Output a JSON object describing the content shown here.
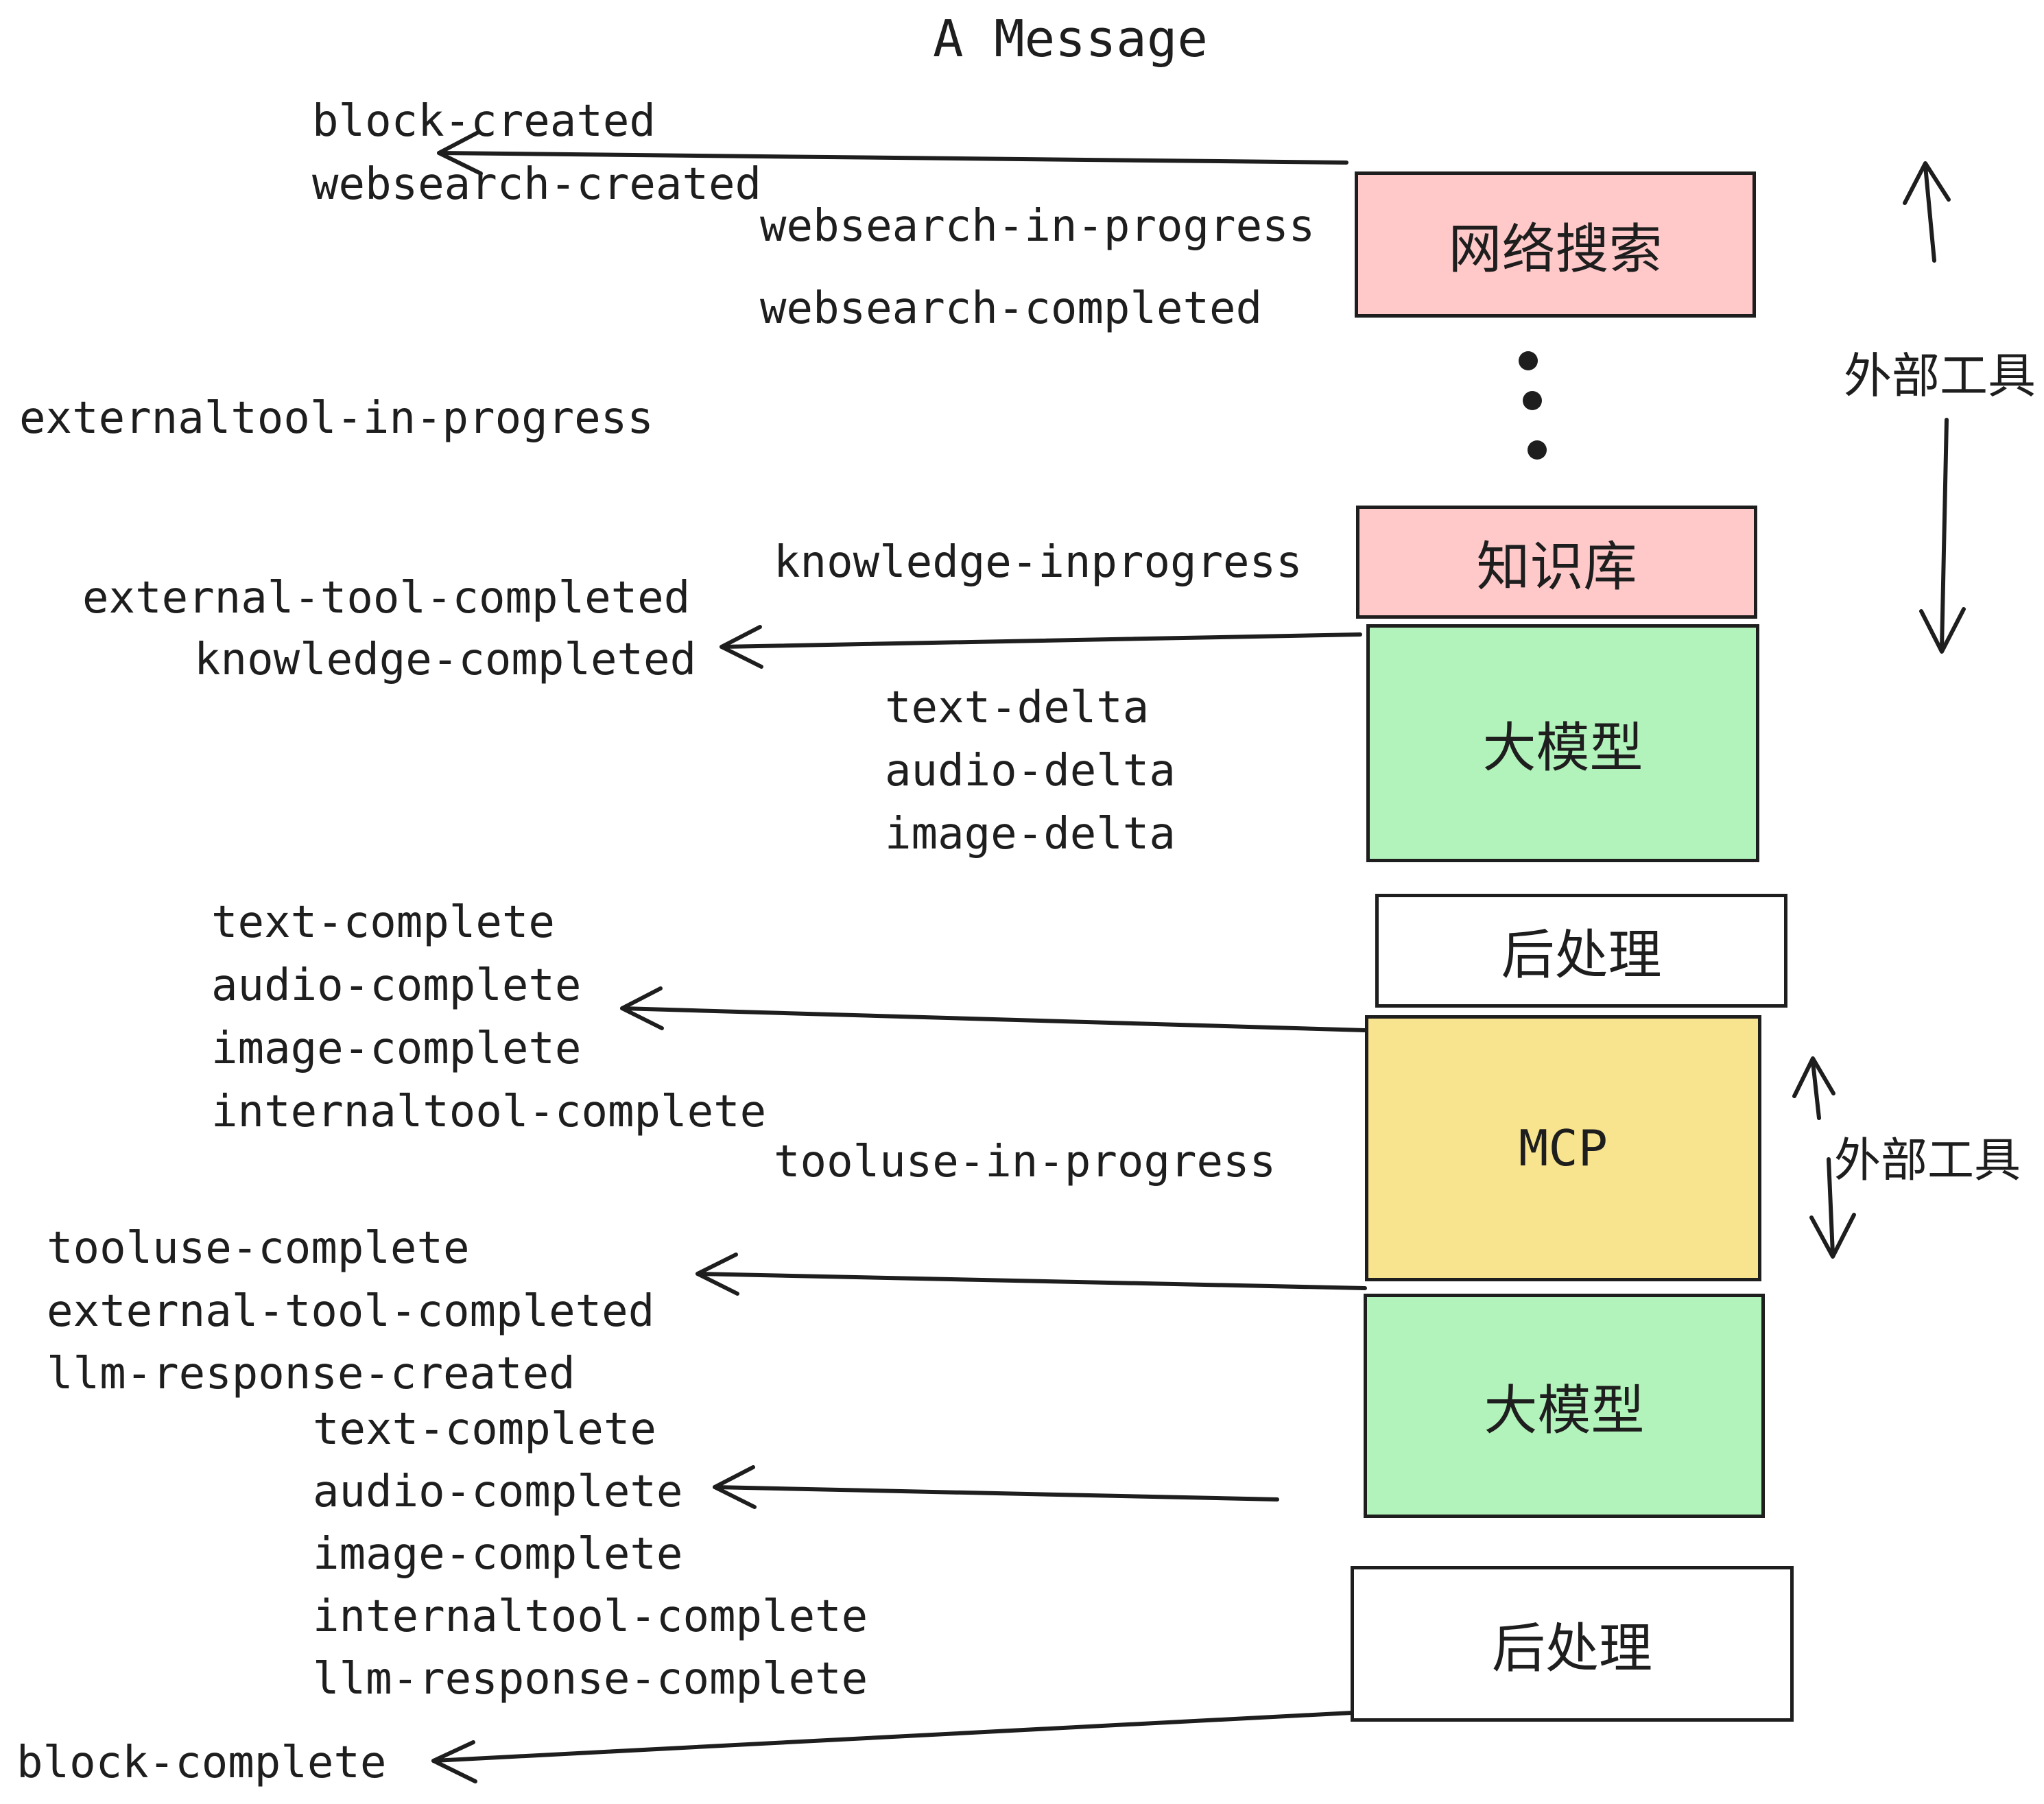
{
  "title": "A Message",
  "colors": {
    "box_pink": "#ffc9c9",
    "box_green": "#b2f2bb",
    "box_yellow": "#f8e38e",
    "box_white": "#ffffff",
    "stroke": "#1e1e1e"
  },
  "boxes": [
    {
      "id": "websearch",
      "label": "网络搜索"
    },
    {
      "id": "knowledge",
      "label": "知识库"
    },
    {
      "id": "llm-1",
      "label": "大模型"
    },
    {
      "id": "postprocess-1",
      "label": "后处理"
    },
    {
      "id": "mcp",
      "label": "MCP"
    },
    {
      "id": "llm-2",
      "label": "大模型"
    },
    {
      "id": "postprocess-2",
      "label": "后处理"
    }
  ],
  "side_labels": [
    {
      "text": "外部工具"
    },
    {
      "text": "外部工具"
    }
  ],
  "events": {
    "block_created": "block-created",
    "websearch_created": "websearch-created",
    "websearch_in_progress": "websearch-in-progress",
    "websearch_completed": "websearch-completed",
    "externaltool_in_progress": "externaltool-in-progress",
    "knowledge_inprogress": "knowledge-inprogress",
    "external_tool_completed": "external-tool-completed",
    "knowledge_completed": "knowledge-completed",
    "text_delta": "text-delta",
    "audio_delta": "audio-delta",
    "image_delta": "image-delta",
    "text_complete": "text-complete",
    "audio_complete": "audio-complete",
    "image_complete": "image-complete",
    "internaltool_complete": "internaltool-complete",
    "tooluse_in_progress": "tooluse-in-progress",
    "tooluse_complete": "tooluse-complete",
    "external_tool_completed_2": "external-tool-completed",
    "llm_response_created": "llm-response-created",
    "text_complete_2": "text-complete",
    "audio_complete_2": "audio-complete",
    "image_complete_2": "image-complete",
    "internaltool_complete_2": "internaltool-complete",
    "llm_response_complete": "llm-response-complete",
    "block_complete": "block-complete"
  }
}
